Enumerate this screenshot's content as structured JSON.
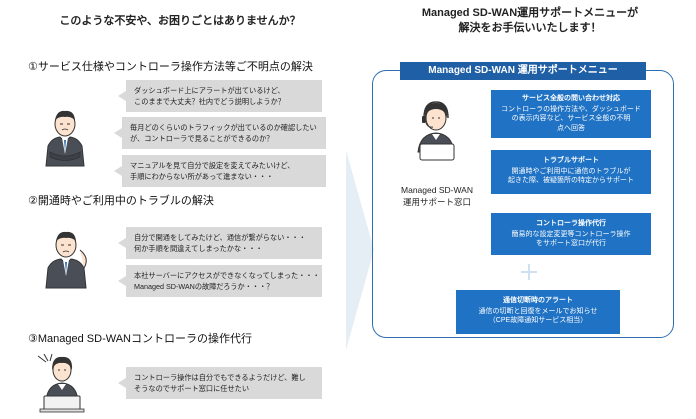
{
  "left": {
    "title": "このような不安や、お困りごとはありませんか？",
    "sections": [
      {
        "heading": "①サービス仕様やコントローラ操作方法等ご不明点の解決",
        "bubbles": [
          [
            "ダッシュボード上にアラートが出ているけど、",
            "このままで大丈夫？社内でどう説明しようか？"
          ],
          [
            "毎月どのくらいのトラフィックが出ているのか確認したい",
            "が、コントローラで見ることができるのか？"
          ],
          [
            "マニュアルを見て自分で設定を変えてみたいけど、",
            "手順にわからない所があって進まない・・・"
          ]
        ]
      },
      {
        "heading": "②開通時やご利用中のトラブルの解決",
        "bubbles": [
          [
            "自分で開通をしてみたけど、通信が繋がらない・・・",
            "何か手順を間違えてしまったかな・・・"
          ],
          [
            "本社サーバーにアクセスができなくなってしまった・・・",
            "Managed SD-WANの故障だろうか・・・？"
          ]
        ]
      },
      {
        "heading": "③Managed SD-WANコントローラの操作代行",
        "bubbles": [
          [
            "コントローラ操作は自分でもできるようだけど、難し",
            "そうなのでサポート窓口に任せたい"
          ]
        ]
      }
    ]
  },
  "right": {
    "title_line1": "Managed SD-WAN運用サポートメニューが",
    "title_line2": "解決をお手伝いいたします！",
    "menu_header": "Managed SD-WAN 運用サポートメニュー",
    "desk_line1": "Managed SD-WAN",
    "desk_line2": "運用サポート窓口",
    "services": [
      {
        "title": "サービス全般の問い合わせ対応",
        "lines": [
          "コントローラの操作方法や、ダッシュボード",
          "の表示内容など、サービス全般の不明",
          "点へ回答"
        ]
      },
      {
        "title": "トラブルサポート",
        "lines": [
          "開通時やご利用中に通信のトラブルが",
          "起きた際、被疑箇所の特定からサポート"
        ]
      },
      {
        "title": "コントローラ操作代行",
        "lines": [
          "簡易的な設定変更等コントローラ操作",
          "をサポート窓口が代行"
        ]
      },
      {
        "title": "通信切断時のアラート",
        "lines": [
          "通信の切断と回復をメールでお知らせ",
          "（CPE故障通知サービス相当）"
        ]
      }
    ]
  },
  "colors": {
    "accent": "#1f72c4",
    "header": "#1f5fa6",
    "bubble": "#d9d9d9"
  }
}
